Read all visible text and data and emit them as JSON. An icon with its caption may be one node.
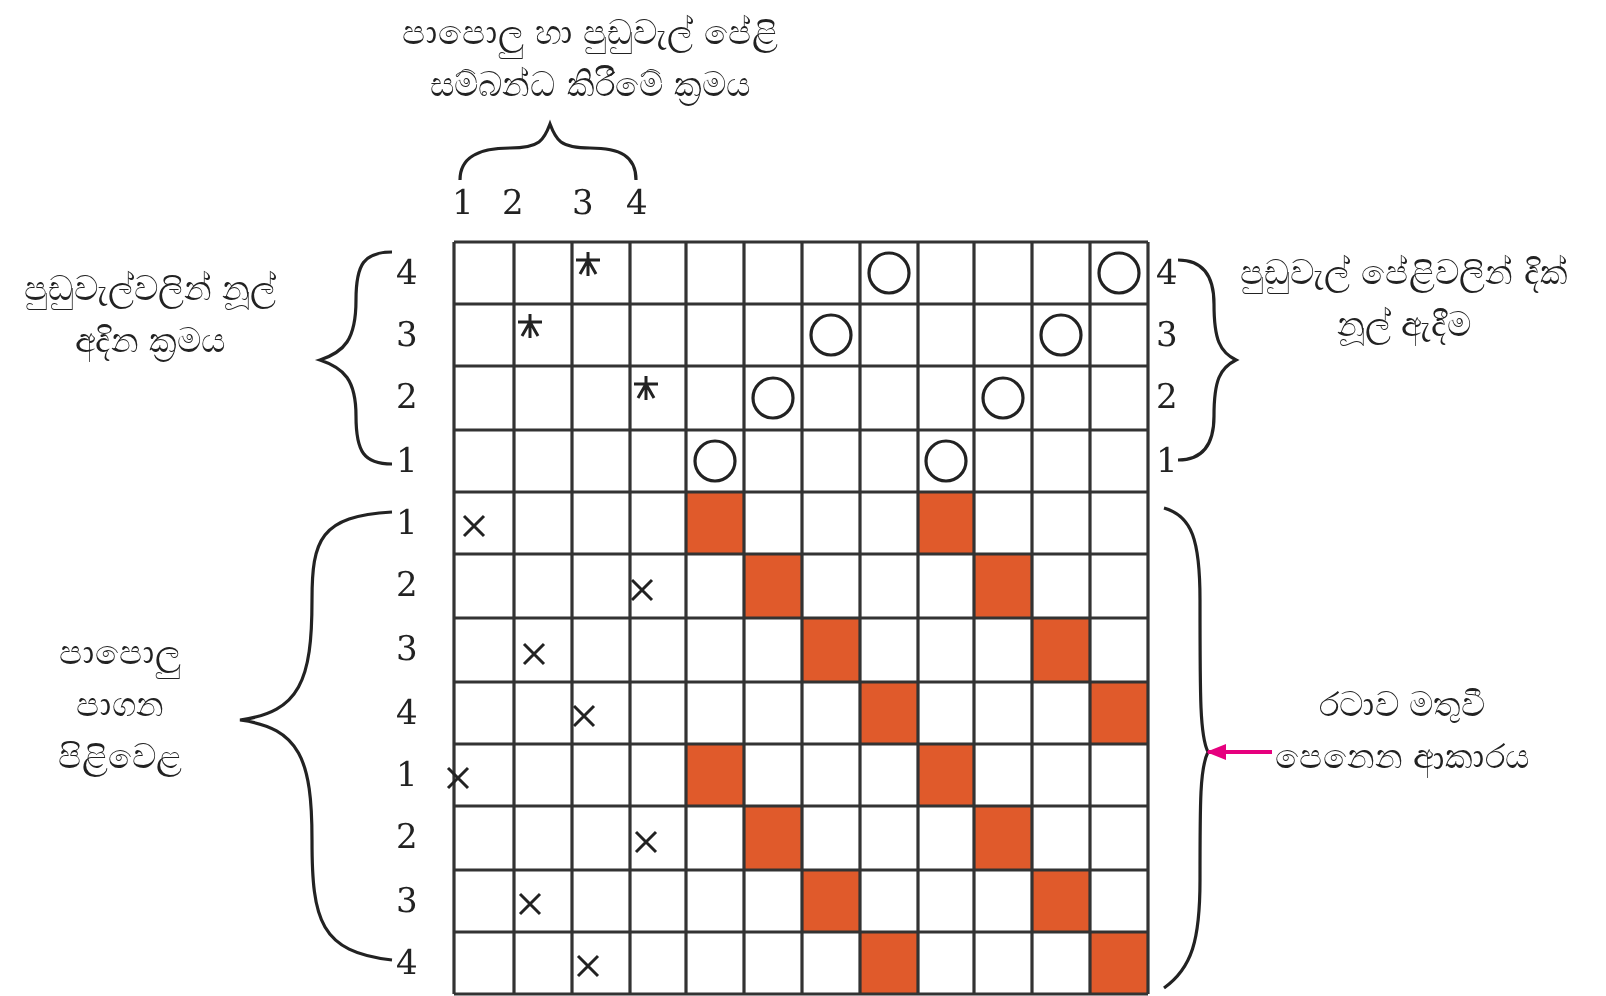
{
  "diagram": {
    "nodes": [
      {
        "text": [
          "රටාව මතුවී පෙනෙන ආකාරය"
        ]
      },
      {
        "text": [],
        "shape": "brace"
      }
    ],
    "edges": [
      {
        "from": 0,
        "to": 1,
        "arrow": "to"
      }
    ],
    "labels": [
      "පාපොලු හා පුඩුවැල් පේළි සම්බන්ධ කිරීමේ ක්‍රමය",
      "1",
      "2",
      "3",
      "4",
      "පුඩුවැල්වලින් නූල් අදින ක්‍රමය",
      "4",
      "3",
      "2",
      "1",
      "4",
      "3",
      "2",
      "1",
      "පුඩුවැල් පේළිවලින් දික් නූල් ඇදීම",
      "1",
      "2",
      "3",
      "4",
      "1",
      "2",
      "3",
      "4",
      "පාපොලු පාගන පිළිවෙළ"
    ]
  }
}
